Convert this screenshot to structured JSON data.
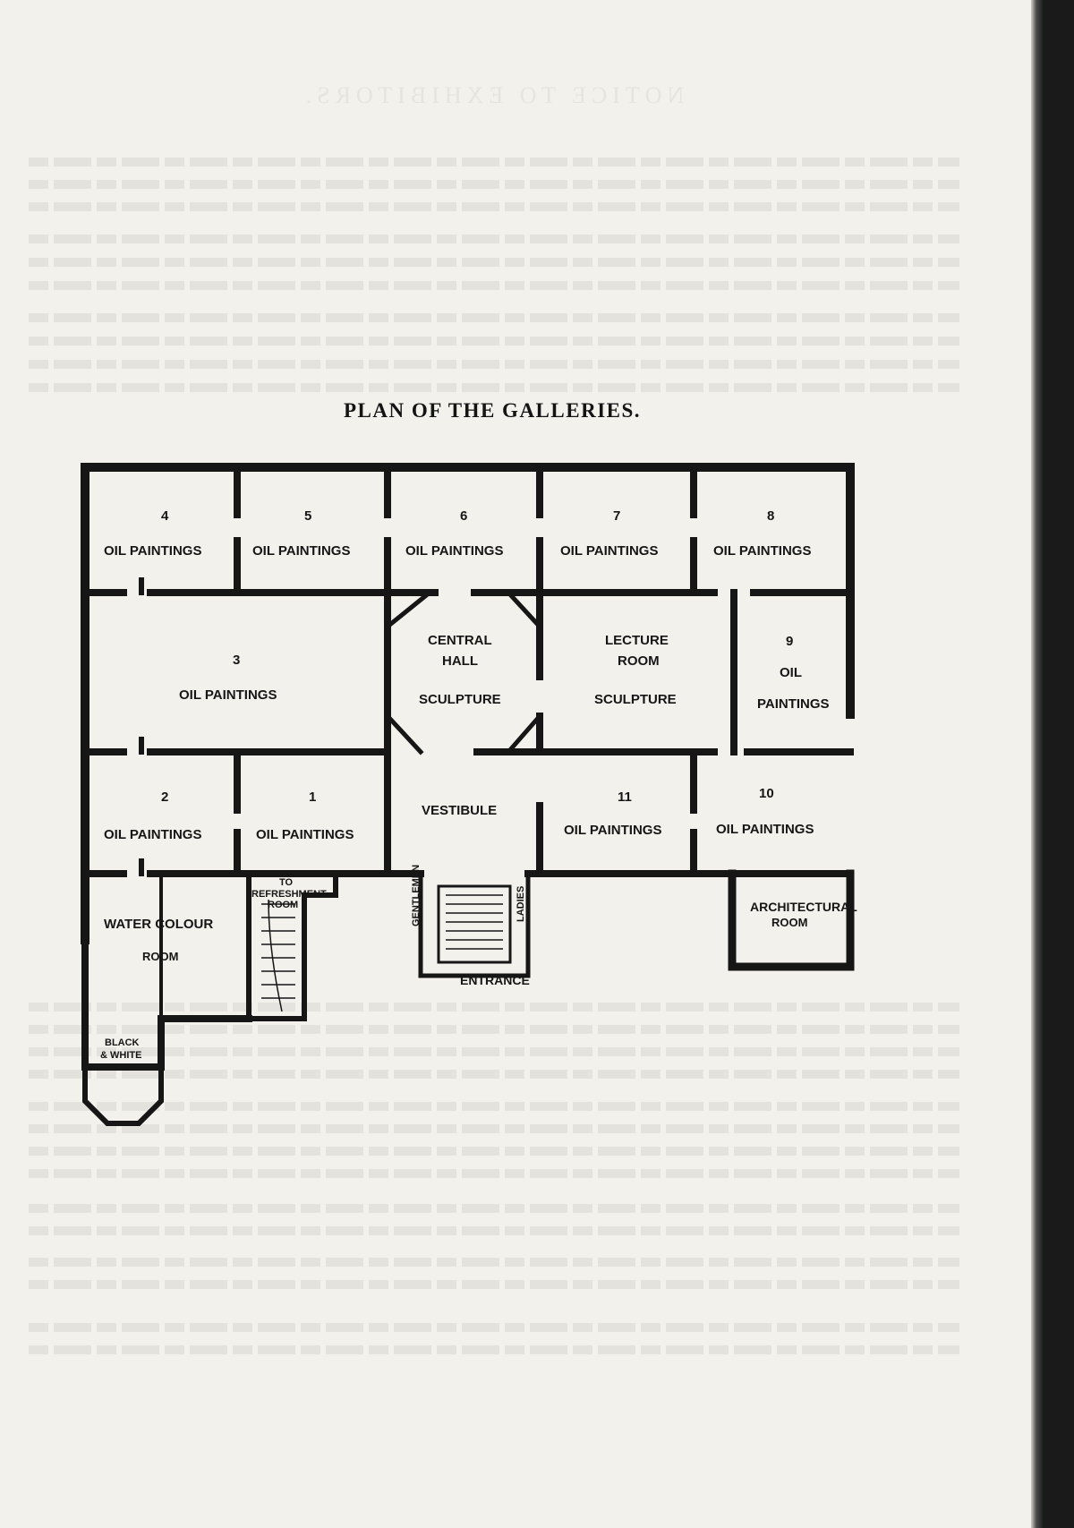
{
  "header_text": "NOTICE TO EXHIBITORS.",
  "plan_title": "PLAN OF THE GALLERIES.",
  "rooms": {
    "r4_num": "4",
    "r5_num": "5",
    "r6_num": "6",
    "r7_num": "7",
    "r8_num": "8",
    "r3_num": "3",
    "r9_num": "9",
    "r2_num": "2",
    "r1_num": "1",
    "r11_num": "11",
    "r10_num": "10",
    "oil_paintings": "OIL PAINTINGS",
    "oil": "OIL",
    "paintings": "PAINTINGS",
    "central": "CENTRAL",
    "hall": "HALL",
    "lecture": "LECTURE",
    "room": "ROOM",
    "sculpture": "SCULPTURE",
    "vestibule": "VESTIBULE",
    "water_colour": "WATER COLOUR",
    "to": "TO",
    "refreshment_room": "REFRESHMENT",
    "refreshment_room2": "ROOM",
    "gentlemen": "GENTLEMEN",
    "ladies": "LADIES",
    "entrance": "ENTRANCE",
    "architectural": "ARCHITECTURAL",
    "black": "BLACK",
    "and_white": "& WHITE"
  }
}
